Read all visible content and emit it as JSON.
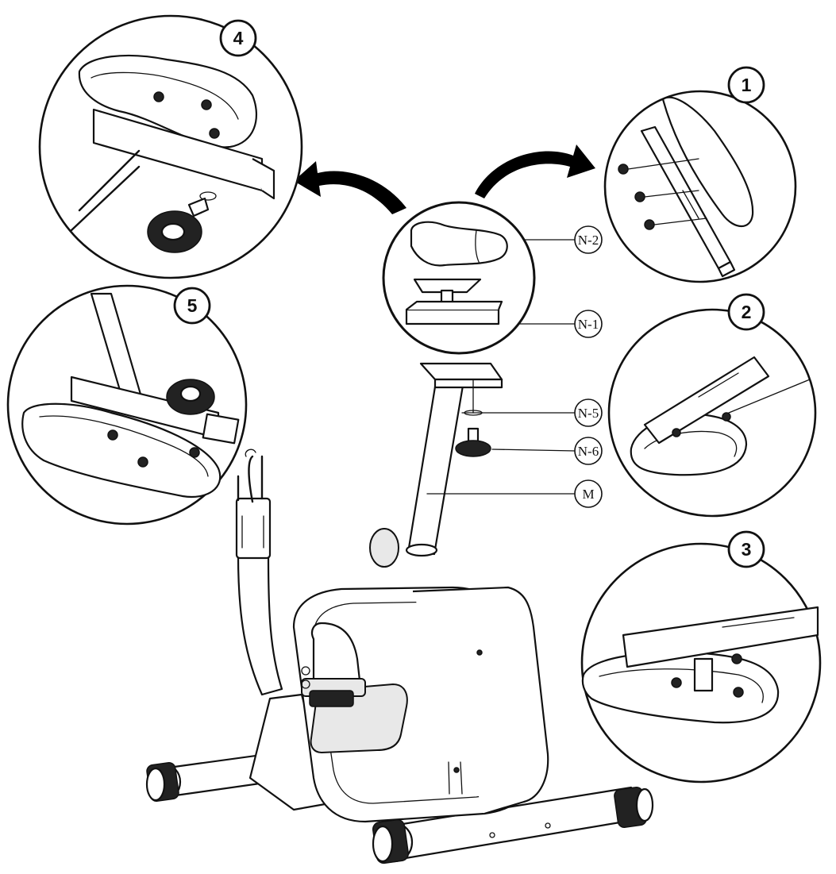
{
  "steps": [
    {
      "number": "1"
    },
    {
      "number": "2"
    },
    {
      "number": "3"
    },
    {
      "number": "4"
    },
    {
      "number": "5"
    }
  ],
  "part_labels": {
    "n2": "N-2",
    "n1": "N-1",
    "n5": "N-5",
    "n6": "N-6",
    "m": "M"
  },
  "icons": [
    "step-badge",
    "curved-arrow",
    "seat-part",
    "seat-slider-part",
    "knob-part",
    "washer-part",
    "seat-post",
    "exercise-bike"
  ]
}
